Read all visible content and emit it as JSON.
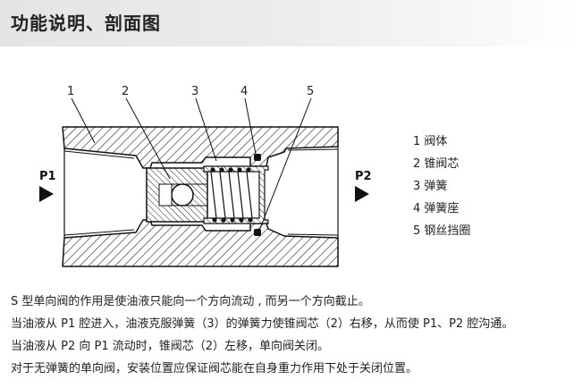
{
  "title": "功能说明、剖面图",
  "diagram": {
    "callouts": [
      "1",
      "2",
      "3",
      "4",
      "5"
    ],
    "port_left": "P1",
    "port_right": "P2"
  },
  "legend": [
    {
      "label": "1 阀体"
    },
    {
      "label": "2 锥阀芯"
    },
    {
      "label": "3 弹簧"
    },
    {
      "label": "4 弹簧座"
    },
    {
      "label": "5 钢丝挡圈"
    }
  ],
  "description": [
    "S 型单向阀的作用是使油液只能向一个方向流动 , 而另一个方向截止。",
    "当油液从 P1 腔进入，油液克服弹簧（3）的弹簧力使锥阀芯（2）右移，从而使 P1、P2 腔沟通。",
    "当油液从 P2 向 P1 流动时，锥阀芯（2）左移，单向阀关闭。",
    "对于无弹簧的单向阀，安装位置应保证阀芯能在自身重力作用下处于关闭位置。"
  ]
}
